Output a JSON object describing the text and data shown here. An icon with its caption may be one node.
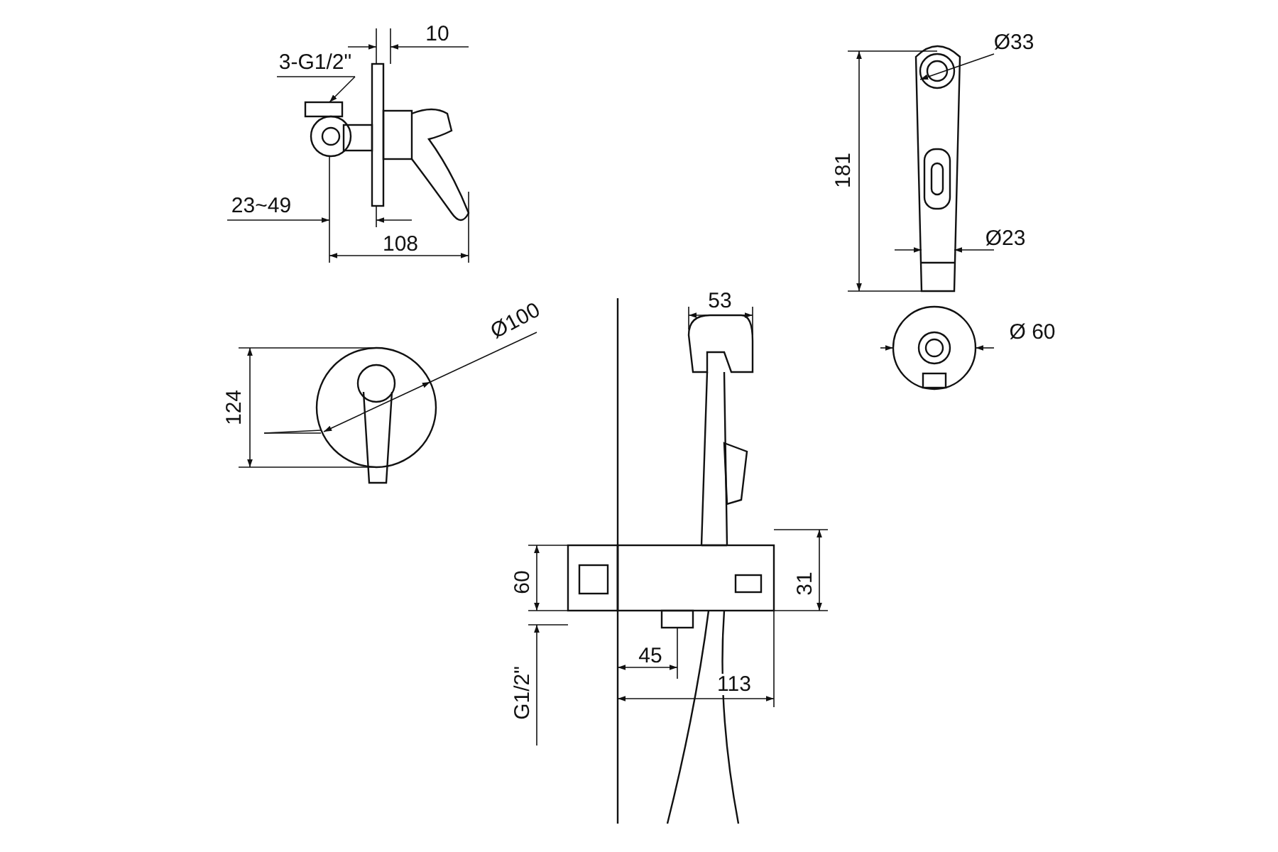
{
  "diagram": {
    "labels": [
      "3-G1/2\"",
      "10",
      "Ø33",
      "181",
      "Ø23",
      "23~49",
      "108",
      "Ø100",
      "124",
      "53",
      "Ø 60",
      "60",
      "31",
      "G1/2\"",
      "45",
      "113"
    ]
  }
}
